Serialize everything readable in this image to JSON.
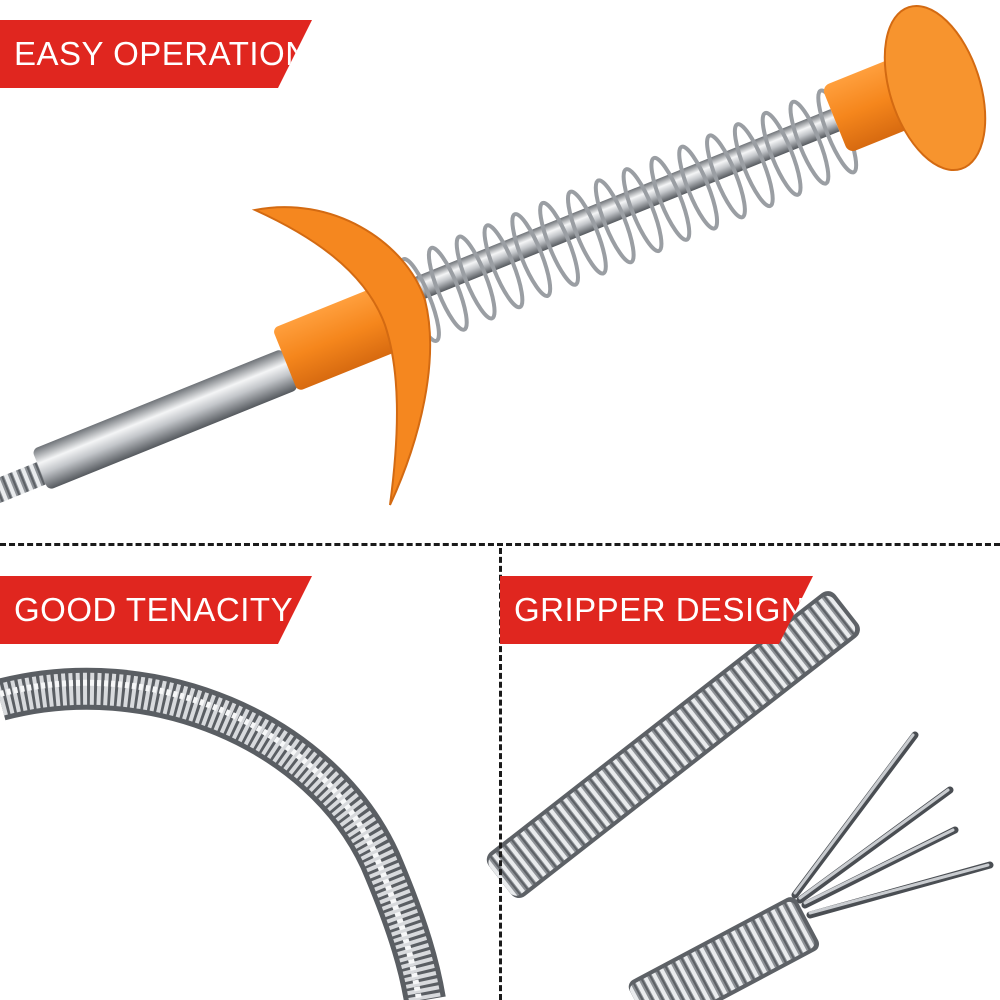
{
  "banners": {
    "top": "EASY OPERATION",
    "bottom_left": "GOOD TENACITY",
    "bottom_right": "GRIPPER DESIGN"
  },
  "colors": {
    "banner": "#e0261f",
    "banner_text": "#ffffff",
    "handle_orange": "#f5871f",
    "metal": "#b9bcc0",
    "divider": "#1a1a1a"
  },
  "panels": [
    {
      "name": "top-panel",
      "depicts": "drain-snake-handle"
    },
    {
      "name": "bottom-left-panel",
      "depicts": "flexible-spring-cable"
    },
    {
      "name": "bottom-right-panel",
      "depicts": "claw-gripper-end"
    }
  ]
}
